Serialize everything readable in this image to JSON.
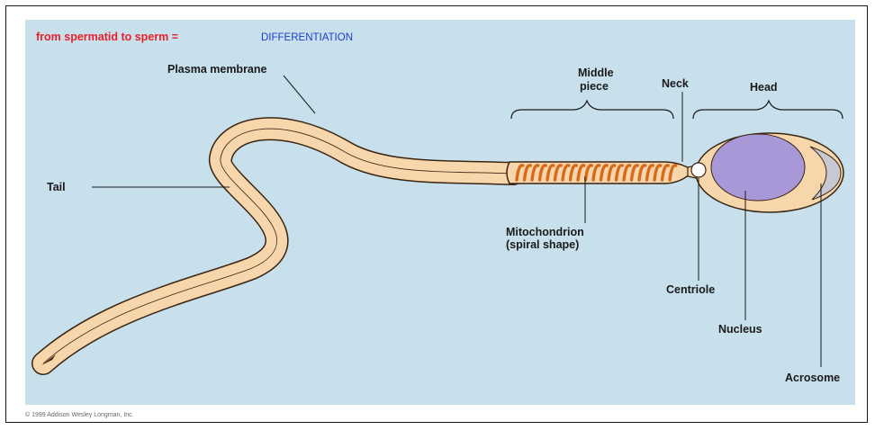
{
  "header": {
    "process": "from spermatid to sperm =",
    "result": "DIFFERENTIATION"
  },
  "labels": {
    "plasma_membrane": "Plasma membrane",
    "tail": "Tail",
    "middle_piece_line1": "Middle",
    "middle_piece_line2": "piece",
    "neck": "Neck",
    "head": "Head",
    "mitochondrion_line1": "Mitochondrion",
    "mitochondrion_line2": "(spiral shape)",
    "centriole": "Centriole",
    "nucleus": "Nucleus",
    "acrosome": "Acrosome"
  },
  "credit": "© 1999 Addison Wesley Longman, Inc.",
  "colors": {
    "background": "#c8e0ec",
    "tail_fill": "#f6d6aa",
    "outline": "#3a2412",
    "mitochondrion": "#d86a1c",
    "nucleus": "#a898d8",
    "acrosome": "#c8c8d2",
    "centriole": "#ffffff",
    "header_red": "#e8202a",
    "header_blue": "#1e3cc8"
  }
}
